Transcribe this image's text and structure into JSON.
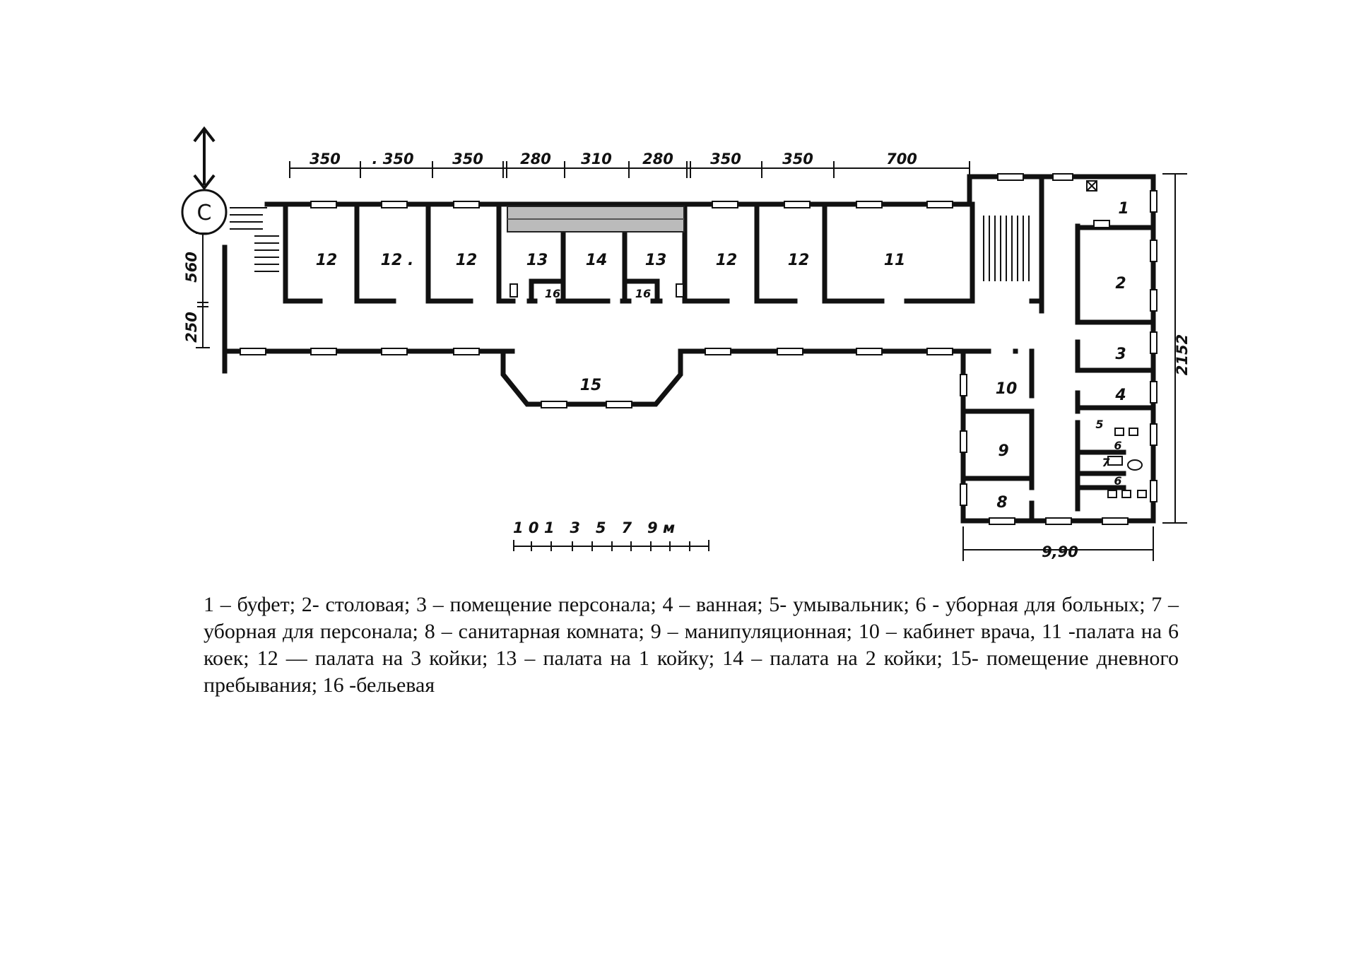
{
  "compass": {
    "label": "С"
  },
  "dimensions_top": [
    "350",
    ". 350",
    "350",
    "280",
    "310",
    "280",
    "350",
    "350",
    "700"
  ],
  "dimensions_left": [
    "560",
    "250"
  ],
  "dimension_right": "2152",
  "dimension_bottom": "9,90",
  "rooms": [
    "12",
    "12 .",
    "12",
    "13",
    "14",
    "13",
    "12",
    "12",
    "11",
    "16",
    "16",
    "15",
    "10",
    "9",
    "8",
    "1",
    "2",
    "3",
    "4",
    "5",
    "6",
    "7",
    "6"
  ],
  "scale": {
    "label": "1 0 1   3   5   7   9 м"
  },
  "legend": "1 – буфет; 2- столовая; 3 – помещение персонала; 4 – ванная; 5- умывальник; 6 - уборная для больных; 7 – уборная для персонала; 8 – санитарная комната; 9 – манипуляционная; 10 – кабинет врача, 11 -палата на 6 коек; 12 — палата на 3 койки; 13 – палата на 1 койку; 14 – палата на 2 койки; 15- помещение дневного пребывания; 16 -бельевая"
}
